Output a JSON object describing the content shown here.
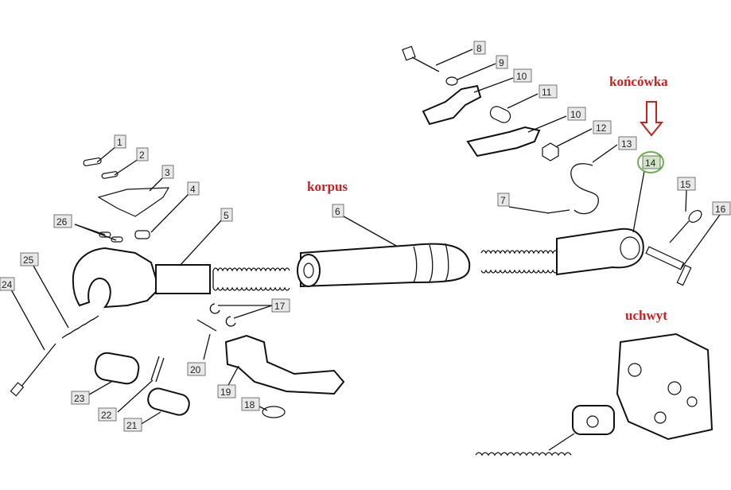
{
  "labels": {
    "koncowka": "końcówka",
    "korpus": "korpus",
    "uchwyt": "uchwyt"
  },
  "colors": {
    "annotation_red": "#cc1f1f",
    "highlight_green": "#6ab04c",
    "tag_fill": "#e8e8e8"
  },
  "part_numbers": [
    "1",
    "2",
    "3",
    "4",
    "5",
    "6",
    "7",
    "8",
    "9",
    "10",
    "10",
    "11",
    "12",
    "13",
    "14",
    "15",
    "16",
    "17",
    "18",
    "19",
    "20",
    "21",
    "22",
    "23",
    "24",
    "25",
    "26"
  ],
  "highlighted_part": "14"
}
